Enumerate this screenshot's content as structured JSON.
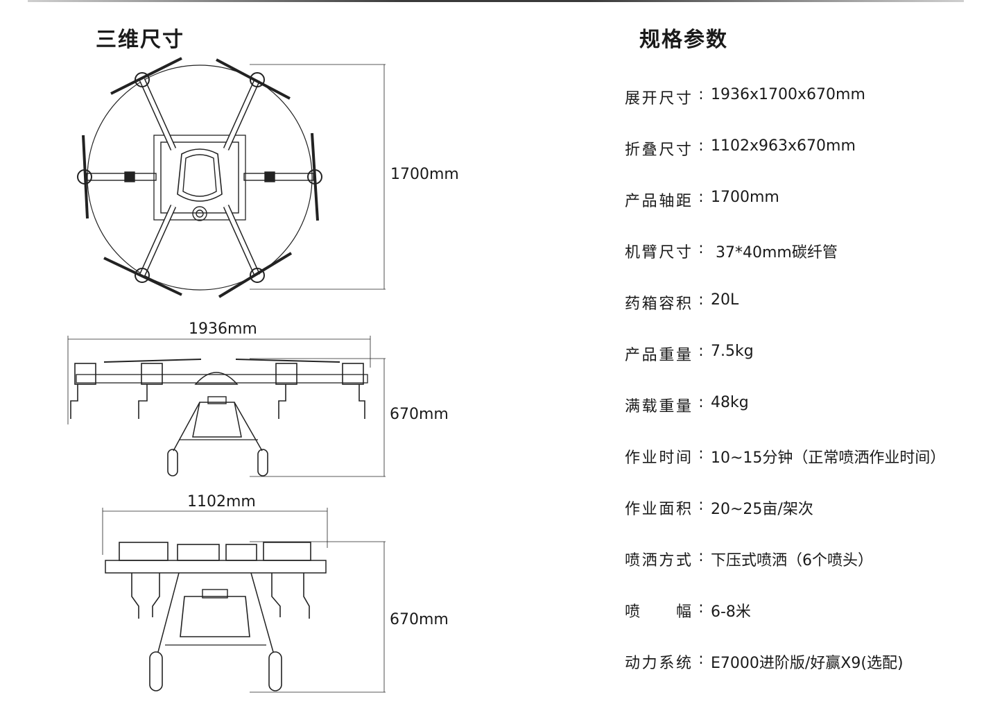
{
  "left_title": "三维尺寸",
  "right_title": "规格参数",
  "dimensions": {
    "top_view_height": "1700mm",
    "side_view_width": "1936mm",
    "side_view_height": "670mm",
    "folded_view_width": "1102mm",
    "folded_view_height": "670mm"
  },
  "specs": [
    {
      "label": "展开尺寸",
      "colon": ":",
      "value": "1936x1700x670mm"
    },
    {
      "label": "折叠尺寸",
      "colon": ":",
      "value": "1102x963x670mm"
    },
    {
      "label": "产品轴距",
      "colon": ":",
      "value": "1700mm"
    },
    {
      "label": "机臂尺寸",
      "colon": ":",
      "value": " 37*40mm碳纤管"
    },
    {
      "label": "药箱容积",
      "colon": ":",
      "value": "20L"
    },
    {
      "label": "产品重量",
      "colon": ":",
      "value": "7.5kg"
    },
    {
      "label": "满载重量",
      "colon": ":",
      "value": "48kg"
    },
    {
      "label": "作业时间",
      "colon": ":",
      "value": "10~15分钟（正常喷洒作业时间）"
    },
    {
      "label": "作业面积",
      "colon": ":",
      "value": "20~25亩/架次"
    },
    {
      "label": "喷洒方式",
      "colon": ":",
      "value": "下压式喷洒（6个喷头）"
    },
    {
      "label": "喷 幅",
      "colon": ":",
      "value": "6-8米"
    },
    {
      "label": "动力系统",
      "colon": ":",
      "value": "E7000进阶版/好赢X9(选配)"
    }
  ]
}
